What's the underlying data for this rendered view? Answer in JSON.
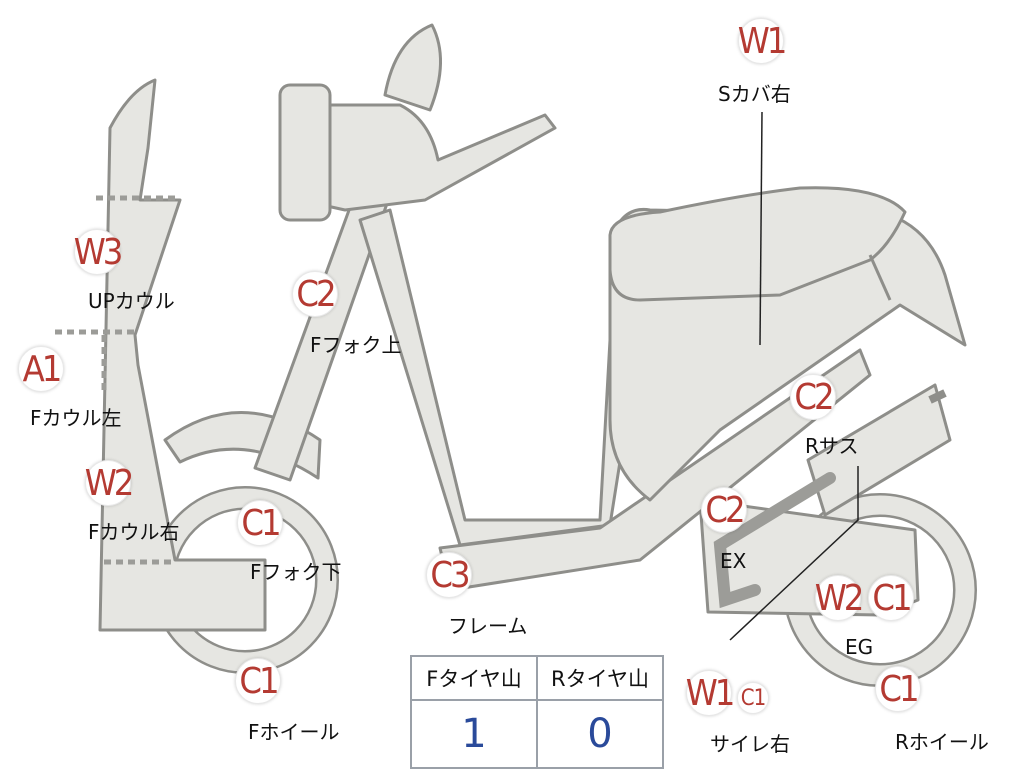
{
  "parts": [
    {
      "id": "s-cover-right",
      "code": "W1",
      "label": "Sカバ右"
    },
    {
      "id": "up-cowl",
      "code": "W3",
      "label": "UPカウル"
    },
    {
      "id": "f-cowl-left",
      "code": "A1",
      "label": "Fカウル左"
    },
    {
      "id": "f-cowl-right",
      "code": "W2",
      "label": "Fカウル右"
    },
    {
      "id": "f-fork-upper",
      "code": "C2",
      "label": "Fフォク上"
    },
    {
      "id": "f-fork-lower",
      "code": "C1",
      "label": "Fフォク下"
    },
    {
      "id": "f-wheel",
      "code": "C1",
      "label": "Fホイール"
    },
    {
      "id": "frame",
      "code": "C3",
      "label": "フレーム"
    },
    {
      "id": "r-suspension",
      "code": "C2",
      "label": "Rサス"
    },
    {
      "id": "exhaust",
      "code": "C2",
      "label": "EX"
    },
    {
      "id": "engine",
      "codes": [
        "W2",
        "C1"
      ],
      "label": "EG"
    },
    {
      "id": "muffler-right",
      "codes": [
        "W1",
        "C1"
      ],
      "label": "サイレ右"
    },
    {
      "id": "r-wheel",
      "code": "C1",
      "label": "Rホイール"
    }
  ],
  "tire_table": {
    "headers": [
      "Fタイヤ山",
      "Rタイヤ山"
    ],
    "values": [
      "1",
      "0"
    ]
  },
  "colors": {
    "body_fill": "#e6e6e2",
    "outline": "#8e8e8a",
    "code_text": "#b43a32",
    "table_value": "#2a4a9a"
  }
}
